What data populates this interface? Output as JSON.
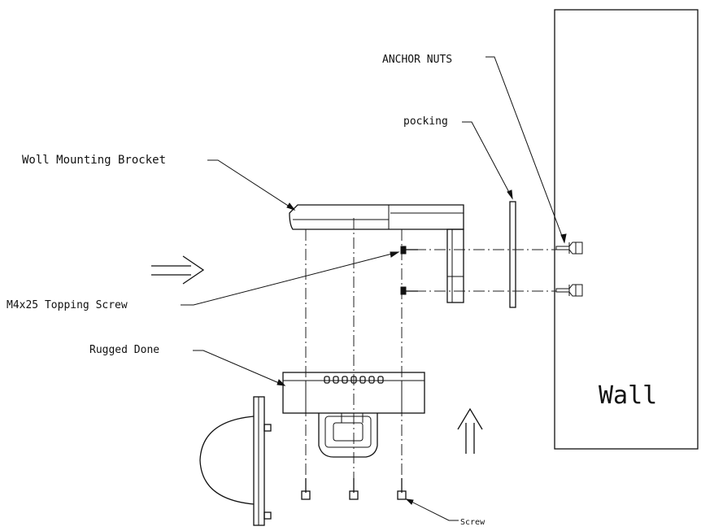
{
  "labels": {
    "anchor_nuts": "ANCHOR NUTS",
    "packing": "pocking",
    "wall_mounting_bracket": "Woll Mounting Brocket",
    "tapping_screw": "M4x25 Topping Screw",
    "rugged_dome": "Rugged Done",
    "wall": "Wall",
    "screw": "Screw"
  }
}
